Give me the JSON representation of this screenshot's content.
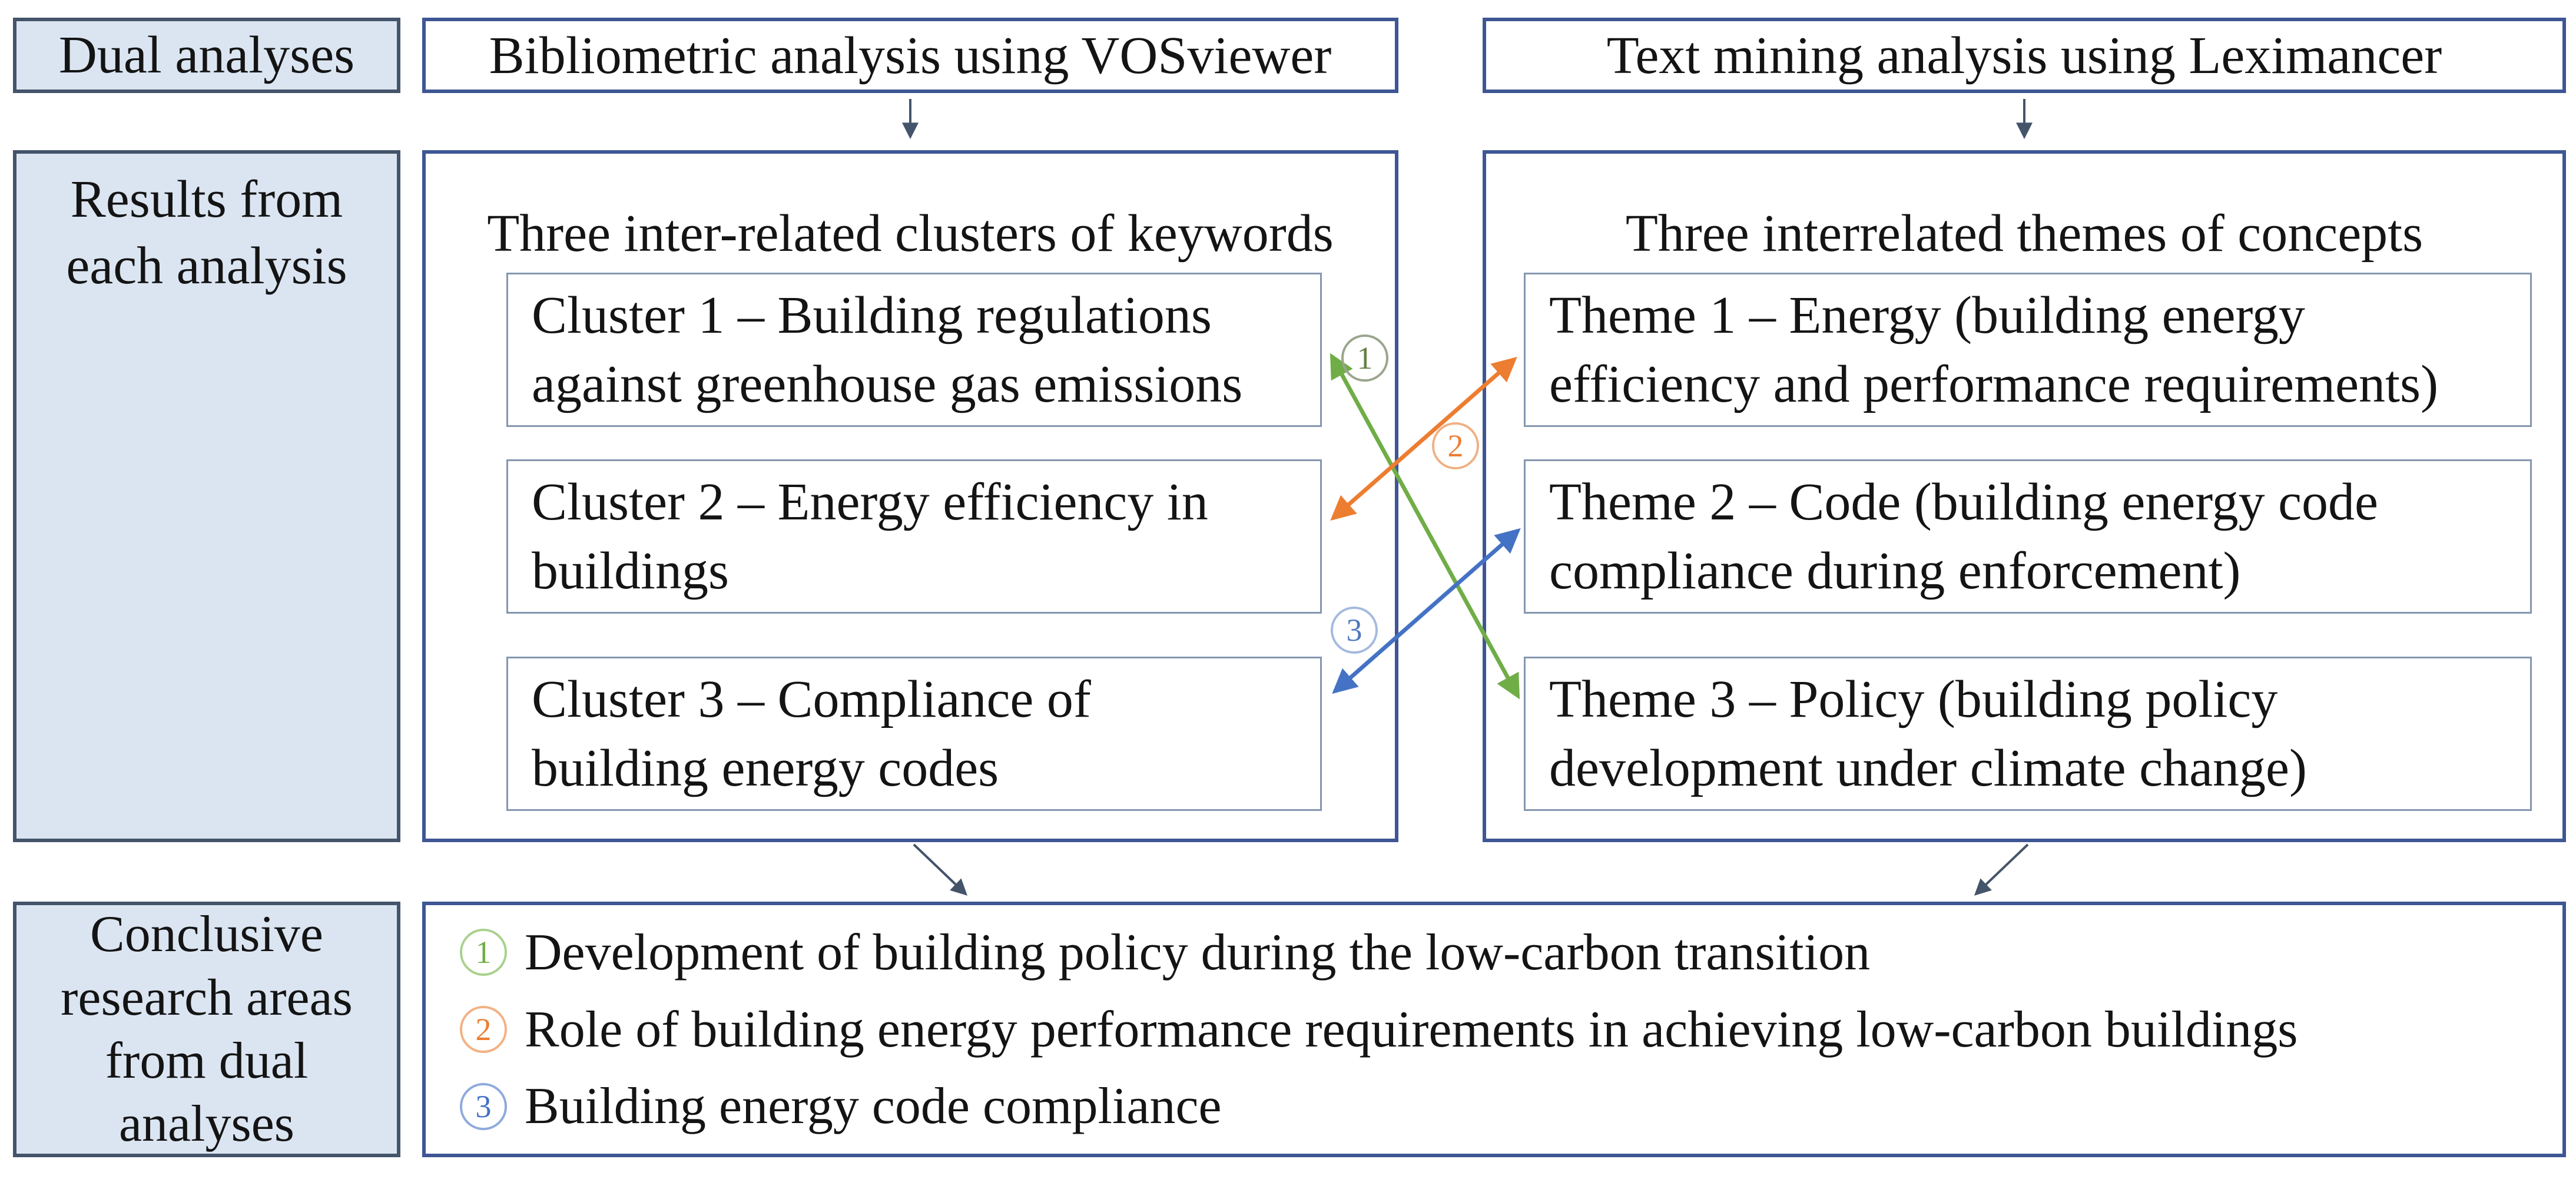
{
  "labels_column": {
    "dual_analyses": "Dual analyses",
    "results": "Results from each analysis",
    "conclusive": "Conclusive research areas from dual analyses"
  },
  "header": {
    "left": "Bibliometric analysis using VOSviewer",
    "right": "Text mining analysis using Leximancer"
  },
  "left_panel": {
    "title": "Three inter-related clusters of keywords",
    "items": [
      {
        "text": "Cluster 1 – Building regulations against greenhouse gas emissions"
      },
      {
        "text": "Cluster 2 – Energy efficiency in buildings"
      },
      {
        "text": "Cluster 3 – Compliance of building energy codes"
      }
    ]
  },
  "right_panel": {
    "title": "Three interrelated themes of concepts",
    "items": [
      {
        "text": "Theme 1 – Energy (building energy efficiency and performance requirements)"
      },
      {
        "text": "Theme 2 – Code (building energy code compliance during enforcement)"
      },
      {
        "text": "Theme 3 – Policy (building policy development under climate change)"
      }
    ]
  },
  "connections": [
    {
      "label": "1",
      "color": "#70ad47",
      "from": "cluster-1",
      "to": "theme-3"
    },
    {
      "label": "2",
      "color": "#ed7d31",
      "from": "theme-1",
      "to": "cluster-2"
    },
    {
      "label": "3",
      "color": "#4472c4",
      "from": "theme-2",
      "to": "cluster-3"
    }
  ],
  "conclusions": {
    "items": [
      {
        "num": "1",
        "color": "#70ad47",
        "text": "Development of building policy during the low-carbon transition"
      },
      {
        "num": "2",
        "color": "#ed7d31",
        "text": "Role of building energy performance requirements in achieving low-carbon buildings"
      },
      {
        "num": "3",
        "color": "#4472c4",
        "text": "Building energy code compliance"
      }
    ]
  },
  "colors": {
    "label_fill": "#dbe5f2",
    "label_border": "#44546a",
    "box_border": "#3e5693",
    "inner_border": "#8496b0",
    "connector": "#44546a"
  }
}
